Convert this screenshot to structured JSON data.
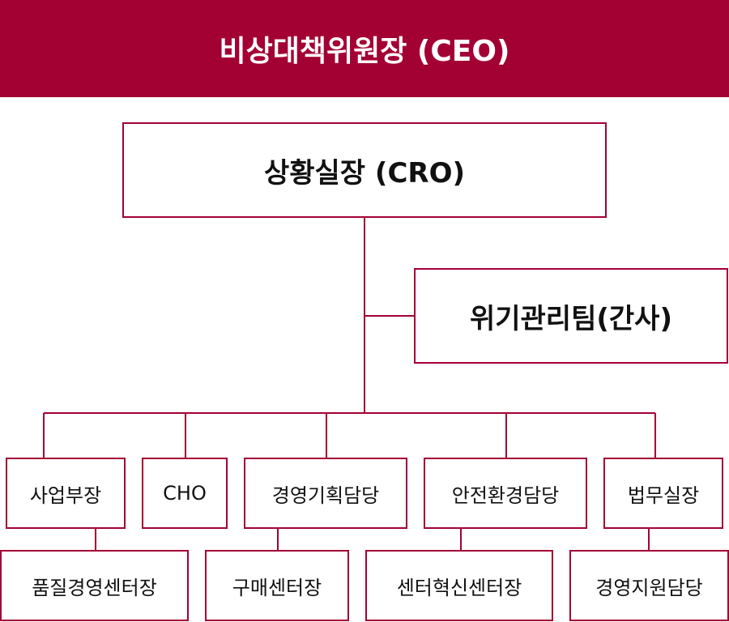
{
  "ceo": "비상대책위원장 (CEO)",
  "cro": "상황실장 (CRO)",
  "team": "위기관리팀(간사)",
  "units": [
    {
      "label": "사업부장",
      "sub": "품질경영센터장"
    },
    {
      "label": "CHO"
    },
    {
      "label": "경영기획담당",
      "sub": "구매센터장"
    },
    {
      "label": "안전환경담당",
      "sub": "센터혁신센터장"
    },
    {
      "label": "법무실장",
      "sub": "경영지원담당"
    }
  ],
  "colors": {
    "accent": "#a30034"
  }
}
